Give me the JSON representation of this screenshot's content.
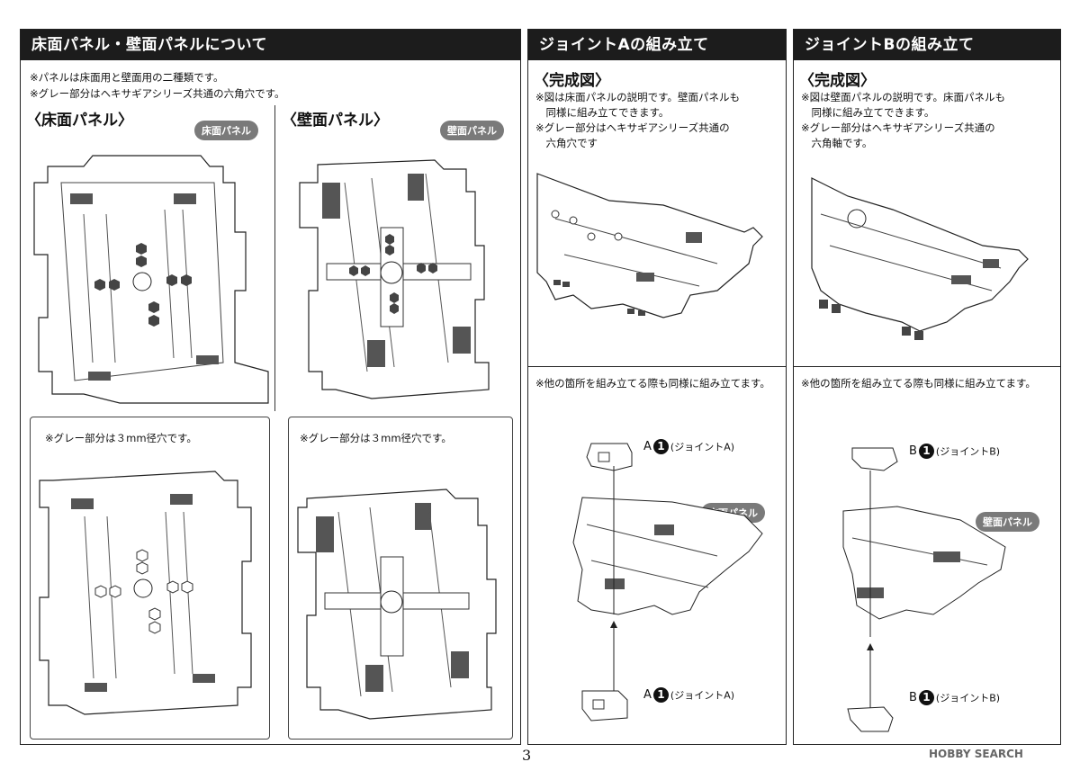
{
  "left_panel": {
    "header": "床面パネル・壁面パネルについて",
    "notes": [
      "※パネルは床面用と壁面用の二種類です。",
      "※グレー部分はヘキサギアシリーズ共通の六角穴です。"
    ],
    "floor_title": "〈床面パネル〉",
    "floor_tag": "床面パネル",
    "wall_title": "〈壁面パネル〉",
    "wall_tag": "壁面パネル",
    "floor_bubble_note": "※グレー部分は３mm径穴です。",
    "wall_bubble_note": "※グレー部分は３mm径穴です。"
  },
  "joint_a": {
    "header": "ジョイントAの組み立て",
    "complete_title": "〈完成図〉",
    "notes": [
      "※図は床面パネルの説明です。壁面パネルも",
      "　同様に組み立てできます。",
      "※グレー部分はヘキサギアシリーズ共通の",
      "　六角穴です"
    ],
    "lower_note": "※他の箇所を組み立てる際も同様に組み立てます。",
    "part_letter": "A",
    "part_number": "1",
    "part_name": "(ジョイントA)",
    "panel_tag": "床面パネル"
  },
  "joint_b": {
    "header": "ジョイントBの組み立て",
    "complete_title": "〈完成図〉",
    "notes": [
      "※図は壁面パネルの説明です。床面パネルも",
      "　同様に組み立てできます。",
      "※グレー部分はヘキサギアシリーズ共通の",
      "　六角軸です。"
    ],
    "lower_note": "※他の箇所を組み立てる際も同様に組み立てます。",
    "part_letter": "B",
    "part_number": "1",
    "part_name": "(ジョイントB)",
    "panel_tag": "壁面パネル"
  },
  "page_number": "3",
  "watermark": "HOBBY SEARCH"
}
